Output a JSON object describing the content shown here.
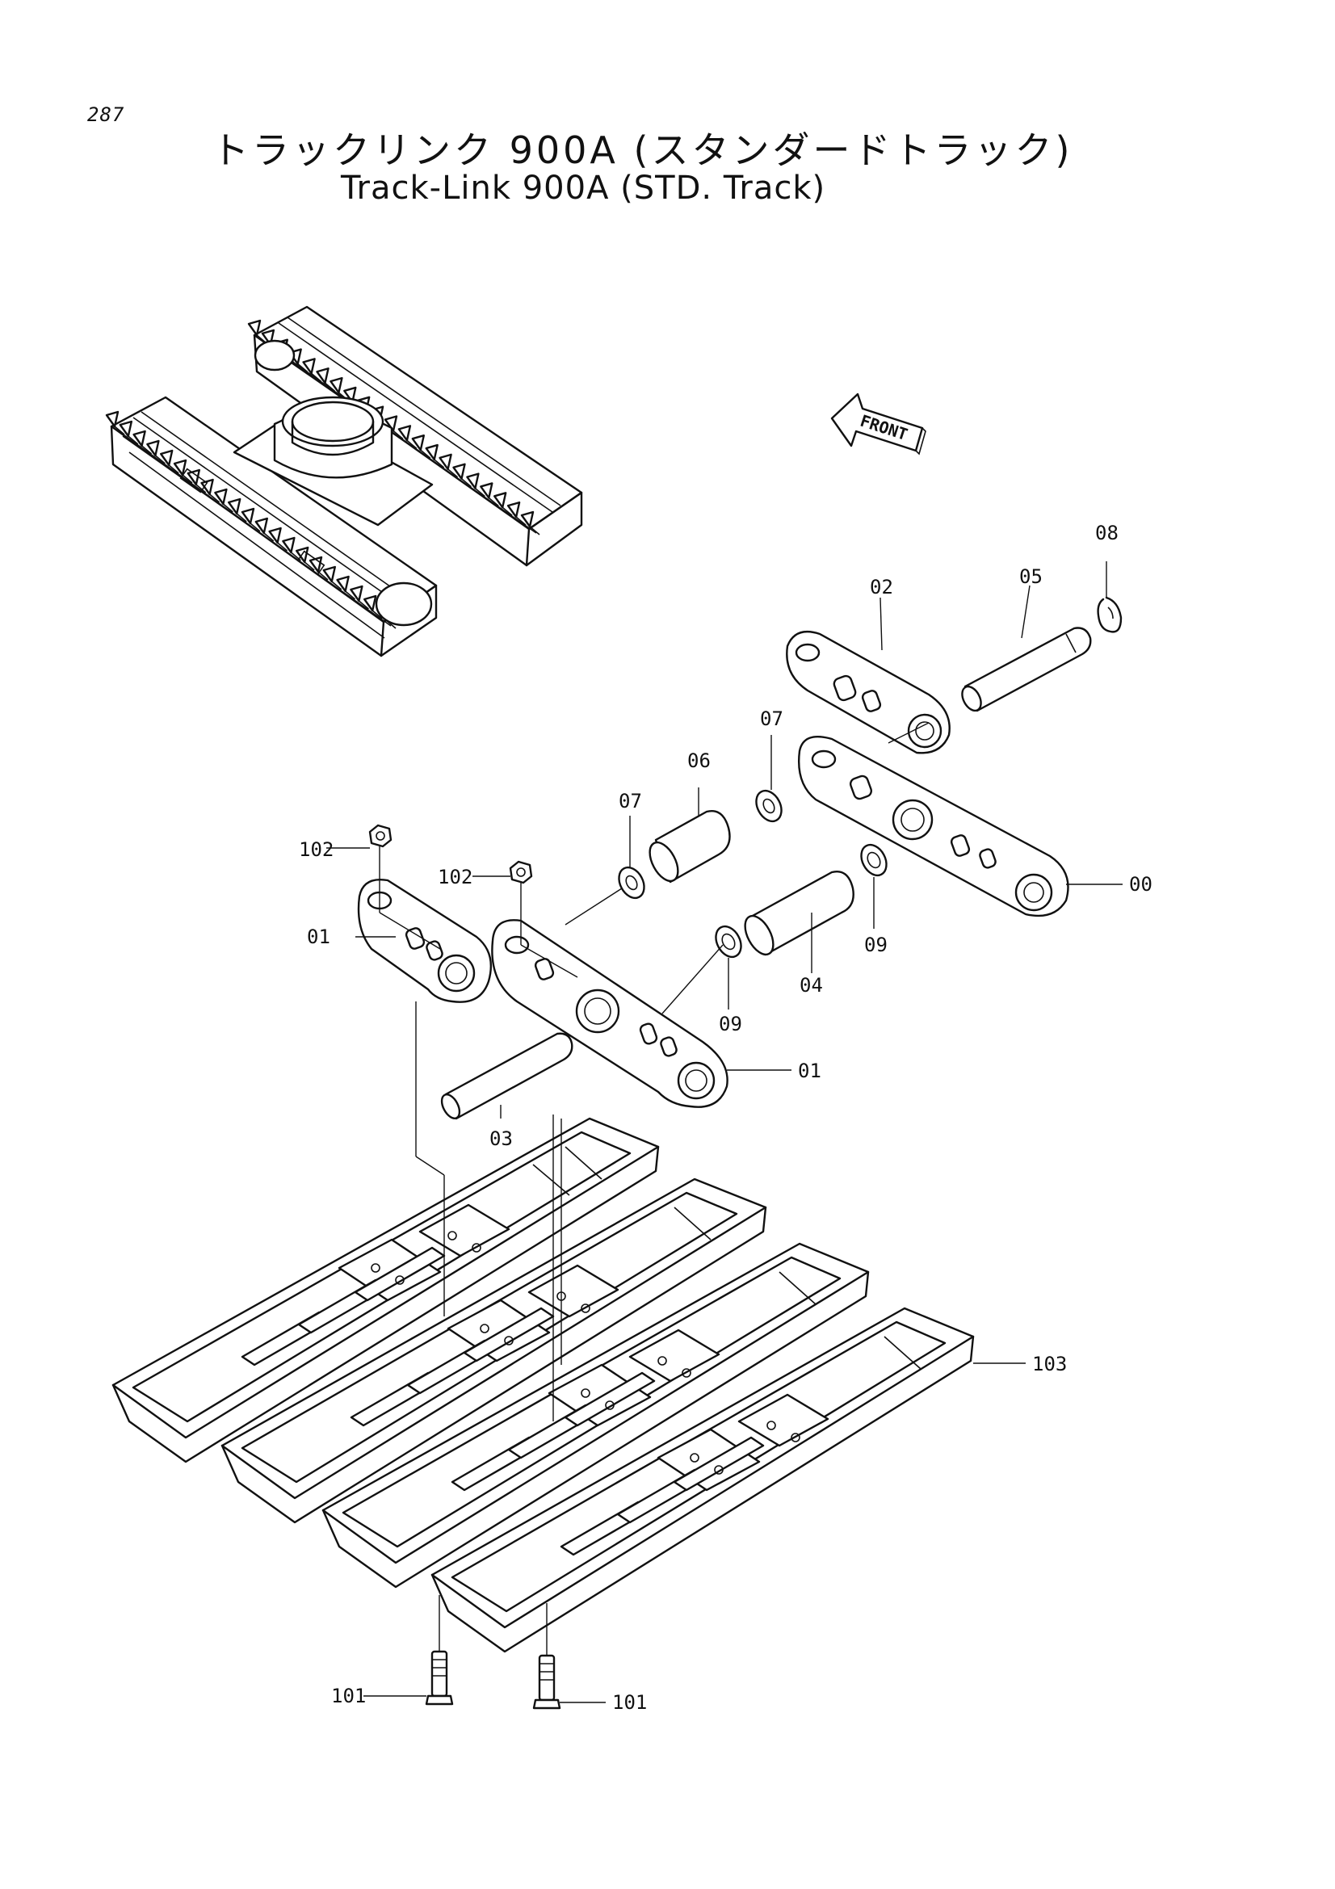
{
  "header": {
    "page_number": "287",
    "title_jp": "トラックリンク 900A (スタンダードトラック)",
    "title_en": "Track-Link 900A (STD. Track)"
  },
  "direction_indicator": "FRONT",
  "callouts": {
    "p00": "00",
    "p01_left": "01",
    "p01_right": "01",
    "p02": "02",
    "p03": "03",
    "p04": "04",
    "p05": "05",
    "p06": "06",
    "p07_left": "07",
    "p07_right": "07",
    "p08": "08",
    "p09_left": "09",
    "p09_right": "09",
    "p101_left": "101",
    "p101_right": "101",
    "p102_left": "102",
    "p102_right": "102",
    "p103": "103"
  }
}
